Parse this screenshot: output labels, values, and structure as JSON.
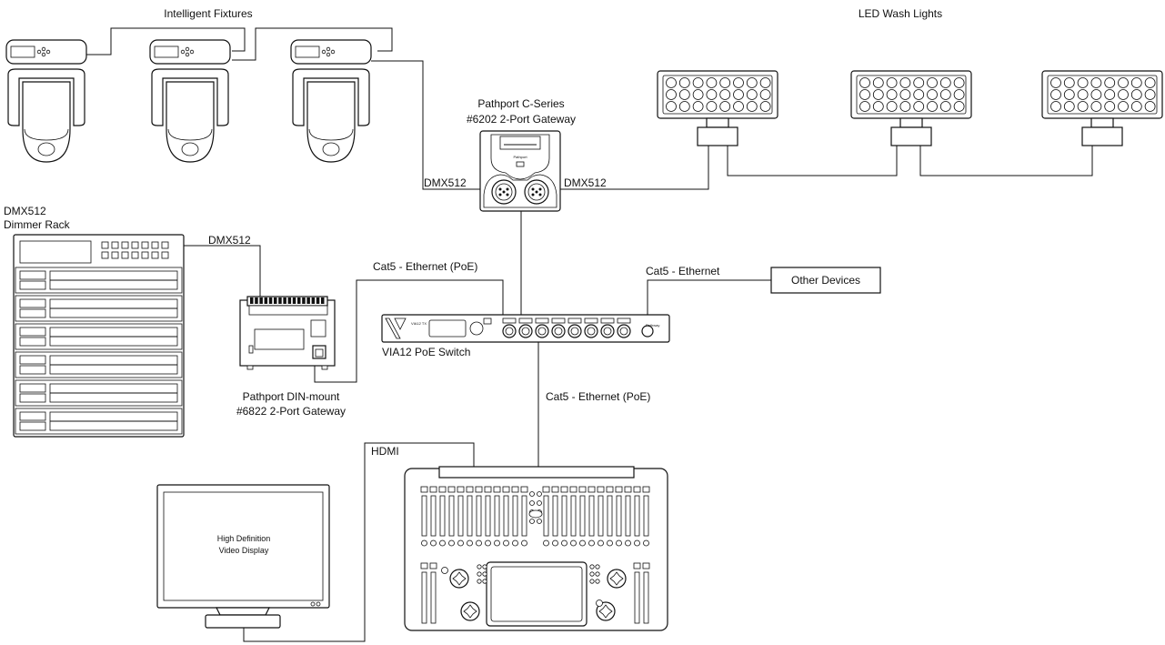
{
  "labels": {
    "intelligent_fixtures": "Intelligent Fixtures",
    "led_wash_lights": "LED Wash Lights",
    "c_series_line1": "Pathport C-Series",
    "c_series_line2": "#6202 2-Port Gateway",
    "dmx_left": "DMX512",
    "dmx_right": "DMX512",
    "dimmer_rack_line1": "DMX512",
    "dimmer_rack_line2": "Dimmer Rack",
    "dmx_rack_link": "DMX512",
    "cat5_poe_top": "Cat5 - Ethernet (PoE)",
    "cat5_ethernet": "Cat5 - Ethernet",
    "other_devices": "Other Devices",
    "via12_switch": "VIA12 PoE Switch",
    "din_mount_line1": "Pathport DIN-mount",
    "din_mount_line2": "#6822 2-Port Gateway",
    "cat5_poe_bottom": "Cat5 - Ethernet (PoE)",
    "hdmi": "HDMI",
    "display_line1": "High Definition",
    "display_line2": "Video Display"
  },
  "device_marks": {
    "c_series_brand": "Pathport",
    "via12_model": "VIA12 TX",
    "via12_brand": "Pathway"
  }
}
